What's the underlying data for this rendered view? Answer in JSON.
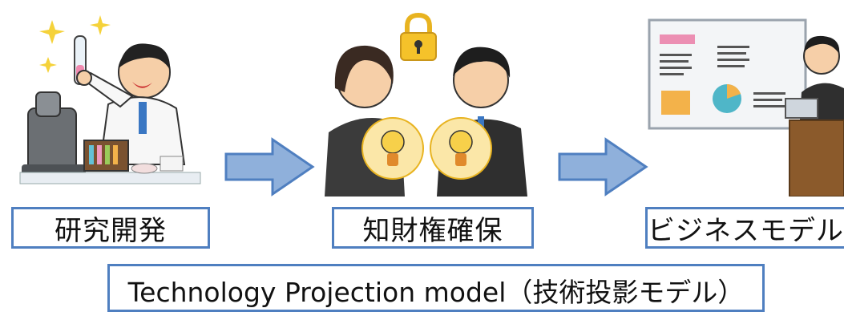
{
  "stages": [
    {
      "label": "研究開発",
      "icon": "scientist-lab-illustration"
    },
    {
      "label": "知財権確保",
      "icon": "people-holding-ideas-illustration"
    },
    {
      "label": "ビジネスモデル",
      "icon": "business-presentation-illustration"
    }
  ],
  "model_title": "Technology Projection model（技術投影モデル）",
  "colors": {
    "border": "#4f7fc0",
    "arrow": "#8fb0db"
  }
}
